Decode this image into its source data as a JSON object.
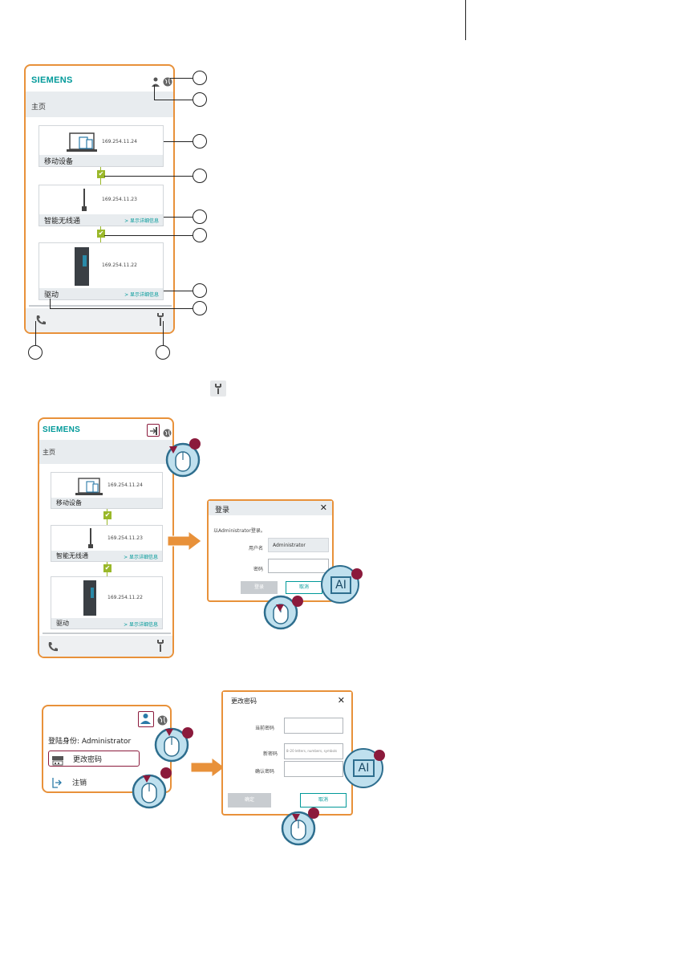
{
  "logo": "SIEMENS",
  "home": "主页",
  "devices": [
    {
      "name": "移动设备",
      "ip": "169.254.11.24",
      "link": ""
    },
    {
      "name": "智能无线通",
      "ip": "169.254.11.23",
      "link": "> 显示详细信息"
    },
    {
      "name": "驱动",
      "ip": "169.254.11.22",
      "link": "> 显示详细信息"
    }
  ],
  "login_dialog": {
    "title": "登录",
    "close": "✕",
    "intro": "以Administrator登录。",
    "username_label": "用户名",
    "username_value": "Administrator",
    "password_label": "密码",
    "login_button": "登录",
    "cancel_button": "取消"
  },
  "user_menu": {
    "logged_in_as": "登陆身份: Administrator",
    "change_password": "更改密码",
    "logout": "注销"
  },
  "change_pw_dialog": {
    "title": "更改密码",
    "close": "✕",
    "current_label": "当前密码",
    "new_label": "新密码",
    "new_placeholder": "8–20 letters, numbers, symbols",
    "confirm_label": "确认密码",
    "ok_button": "确定",
    "cancel_button": "取消"
  },
  "ai_label": "AI",
  "colors": {
    "frame_orange": "#e8913a",
    "siemens_teal": "#009999",
    "check_green": "#9ab82a",
    "step_red": "#8b1a3c"
  }
}
